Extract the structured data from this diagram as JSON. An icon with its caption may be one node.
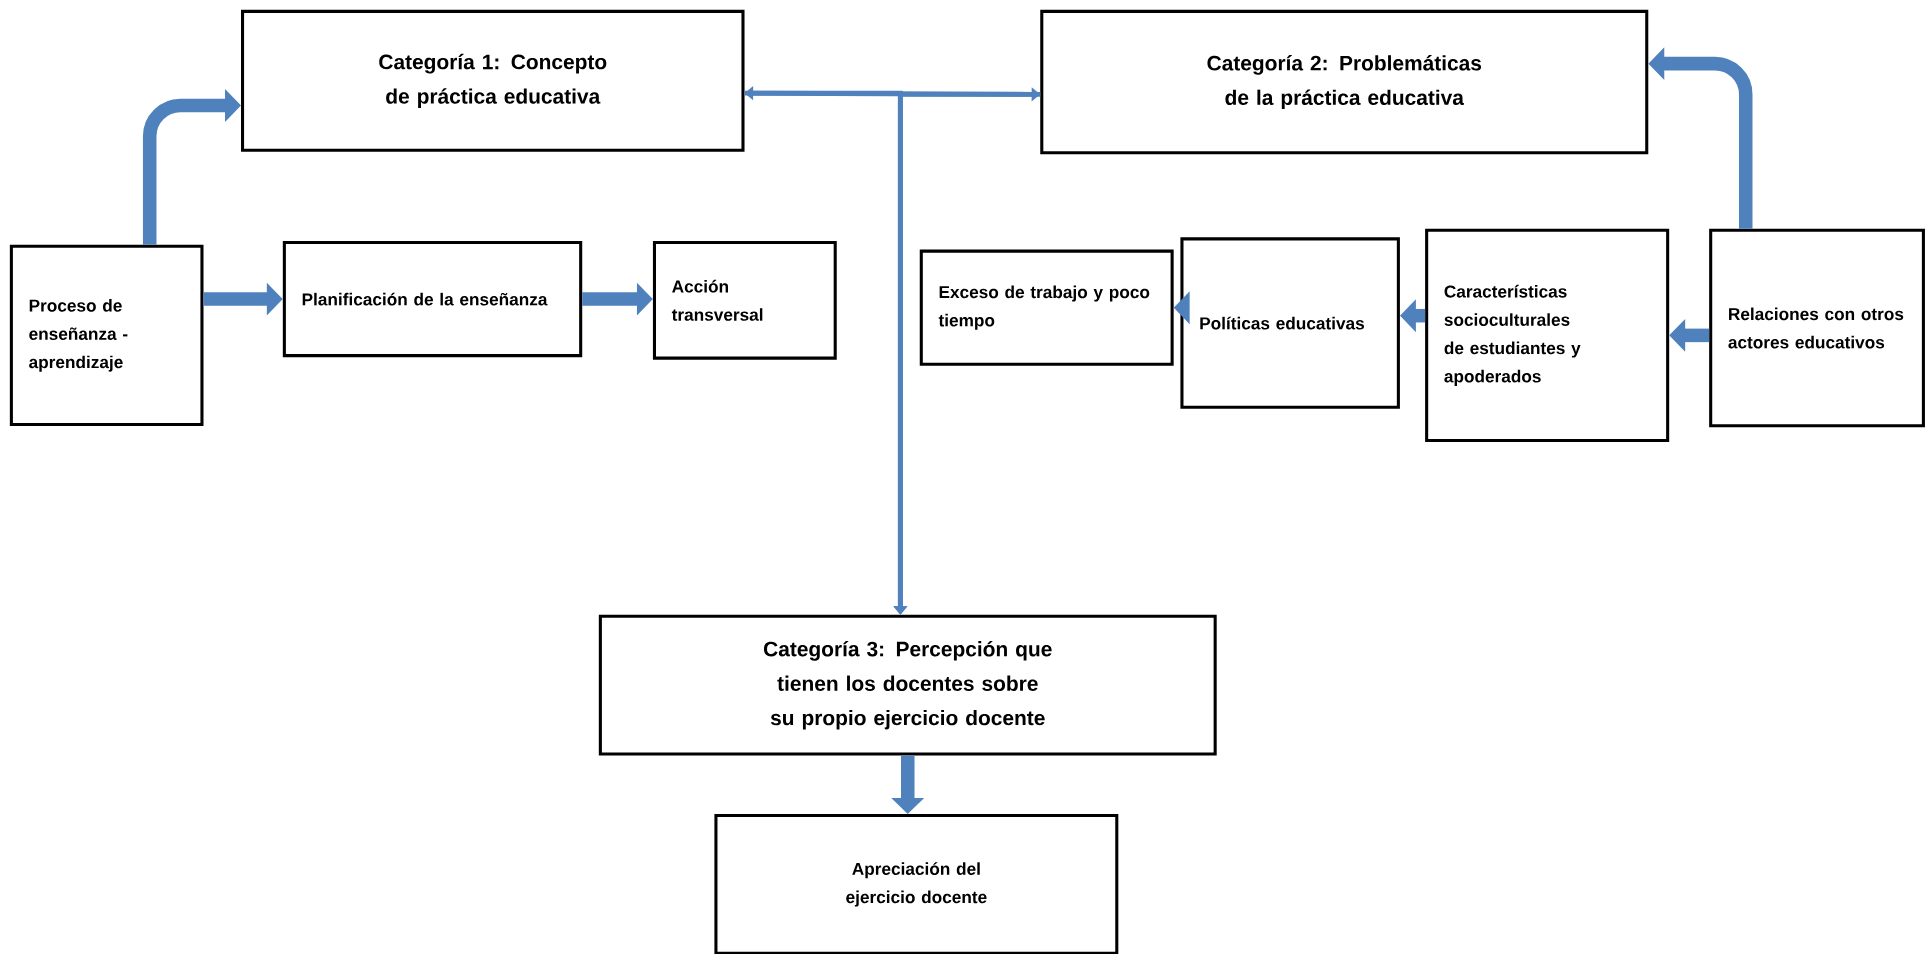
{
  "diagram": {
    "nodes": [
      {
        "text": [
          "Categoría 1: Concepto de práctica educativa"
        ]
      },
      {
        "text": [
          "Categoría 2: Problemáticas de la práctica educativa"
        ]
      },
      {
        "text": [
          "Proceso de enseñanza - aprendizaje"
        ]
      },
      {
        "text": [
          "Planificación de la enseñanza"
        ]
      },
      {
        "text": [
          "Acción transversal"
        ]
      },
      {
        "text": [
          "Exceso de trabajo y poco tiempo"
        ]
      },
      {
        "text": [
          "Políticas educativas"
        ]
      },
      {
        "text": [
          "Características socioculturales de estudiantes y apoderados"
        ]
      },
      {
        "text": [
          "Relaciones con otros actores educativos"
        ]
      },
      {
        "text": [
          "Categoría 3: Percepción que tienen los docentes sobre su propio ejercicio docente"
        ]
      },
      {
        "text": [
          "Apreciación del ejercicio docente"
        ]
      }
    ],
    "edges": [
      {
        "from": 2,
        "to": 0,
        "arrow": "to"
      },
      {
        "from": 2,
        "to": 3,
        "arrow": "to"
      },
      {
        "from": 3,
        "to": 4,
        "arrow": "to"
      },
      {
        "from": 0,
        "to": 1,
        "arrow": "both"
      },
      {
        "from": 0,
        "to": 9,
        "arrow": "to"
      },
      {
        "from": 1,
        "to": 9,
        "arrow": "to"
      },
      {
        "from": 8,
        "to": 1,
        "arrow": "to"
      },
      {
        "from": 8,
        "to": 7,
        "arrow": "to"
      },
      {
        "from": 7,
        "to": 6,
        "arrow": "to"
      },
      {
        "from": 6,
        "to": 5,
        "arrow": "to"
      },
      {
        "from": 9,
        "to": 10,
        "arrow": "to"
      }
    ]
  }
}
